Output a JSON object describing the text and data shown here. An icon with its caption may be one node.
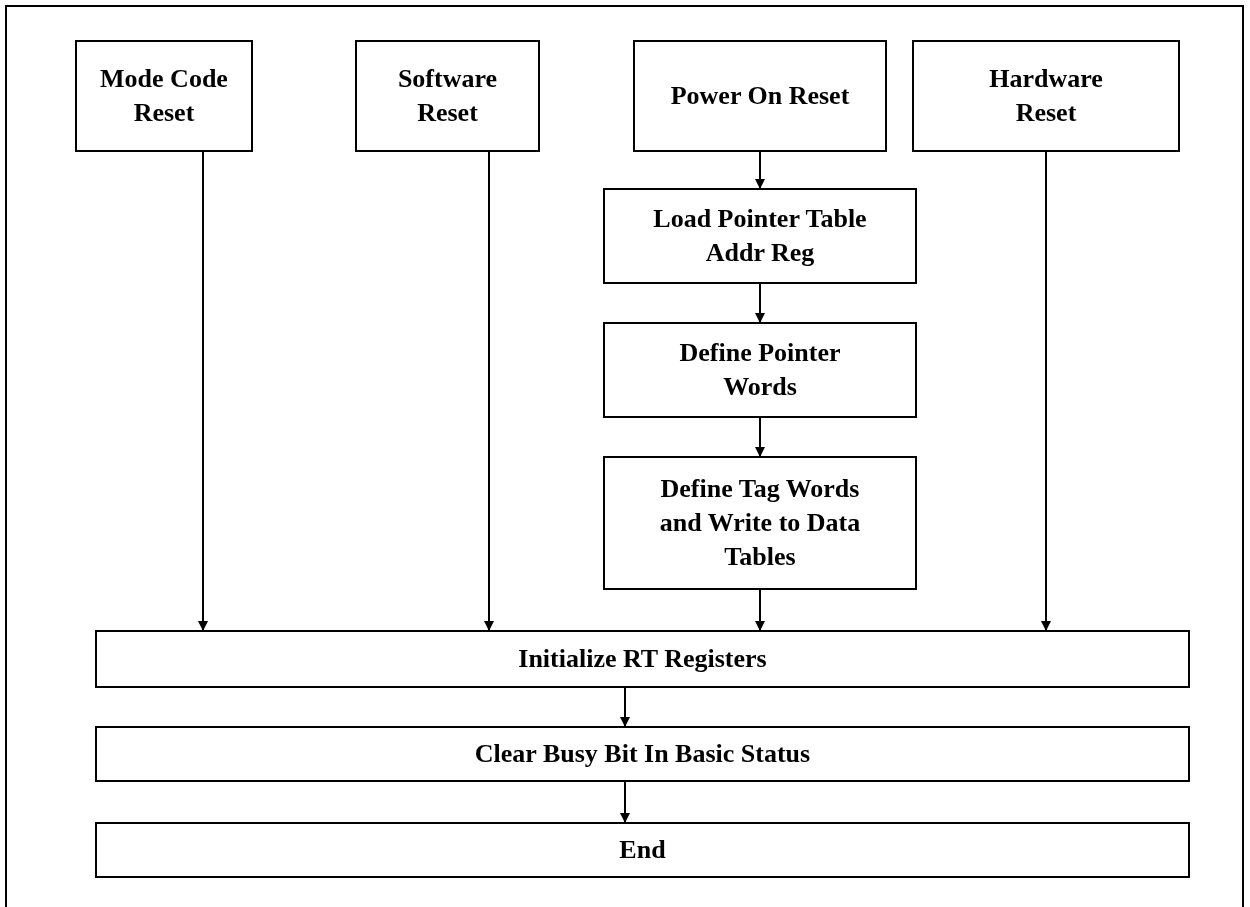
{
  "diagram": {
    "nodes": [
      {
        "text": [
          "Mode Code Reset"
        ]
      },
      {
        "text": [
          "Software Reset"
        ]
      },
      {
        "text": [
          "Power On Reset"
        ]
      },
      {
        "text": [
          "Hardware Reset"
        ]
      },
      {
        "text": [
          "Load Pointer Table Addr Reg"
        ]
      },
      {
        "text": [
          "Define Pointer Words"
        ]
      },
      {
        "text": [
          "Define Tag Words and Write to Data Tables"
        ]
      },
      {
        "text": [
          "Initialize RT Registers"
        ]
      },
      {
        "text": [
          "Clear Busy Bit In Basic Status"
        ]
      },
      {
        "text": [
          "End"
        ]
      }
    ],
    "edges": [
      {
        "from": 0,
        "to": 7,
        "arrow": "to"
      },
      {
        "from": 1,
        "to": 7,
        "arrow": "to"
      },
      {
        "from": 2,
        "to": 4,
        "arrow": "to"
      },
      {
        "from": 4,
        "to": 5,
        "arrow": "to"
      },
      {
        "from": 5,
        "to": 6,
        "arrow": "to"
      },
      {
        "from": 6,
        "to": 7,
        "arrow": "to"
      },
      {
        "from": 3,
        "to": 7,
        "arrow": "to"
      },
      {
        "from": 7,
        "to": 8,
        "arrow": "to"
      },
      {
        "from": 8,
        "to": 9,
        "arrow": "to"
      }
    ]
  }
}
